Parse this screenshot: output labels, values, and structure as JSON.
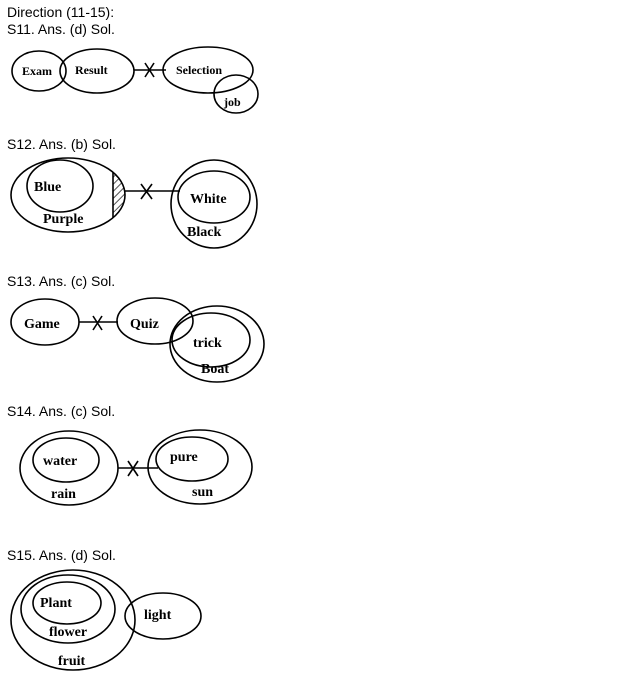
{
  "header": {
    "direction": "Direction (11-15):"
  },
  "solutions": [
    {
      "heading": "S11. Ans. (d) Sol.",
      "labels": {
        "exam": "Exam",
        "result": "Result",
        "selection": "Selection",
        "job": "job"
      }
    },
    {
      "heading": "S12. Ans. (b) Sol.",
      "labels": {
        "blue": "Blue",
        "purple": "Purple",
        "white": "White",
        "black": "Black"
      }
    },
    {
      "heading": "S13. Ans. (c) Sol.",
      "labels": {
        "game": "Game",
        "quiz": "Quiz",
        "trick": "trick",
        "boat": "Boat"
      }
    },
    {
      "heading": "S14. Ans. (c) Sol.",
      "labels": {
        "water": "water",
        "rain": "rain",
        "pure": "pure",
        "sun": "sun"
      }
    },
    {
      "heading": "S15. Ans. (d) Sol.",
      "labels": {
        "plant": "Plant",
        "flower": "flower",
        "fruit": "fruit",
        "light": "light"
      }
    }
  ]
}
